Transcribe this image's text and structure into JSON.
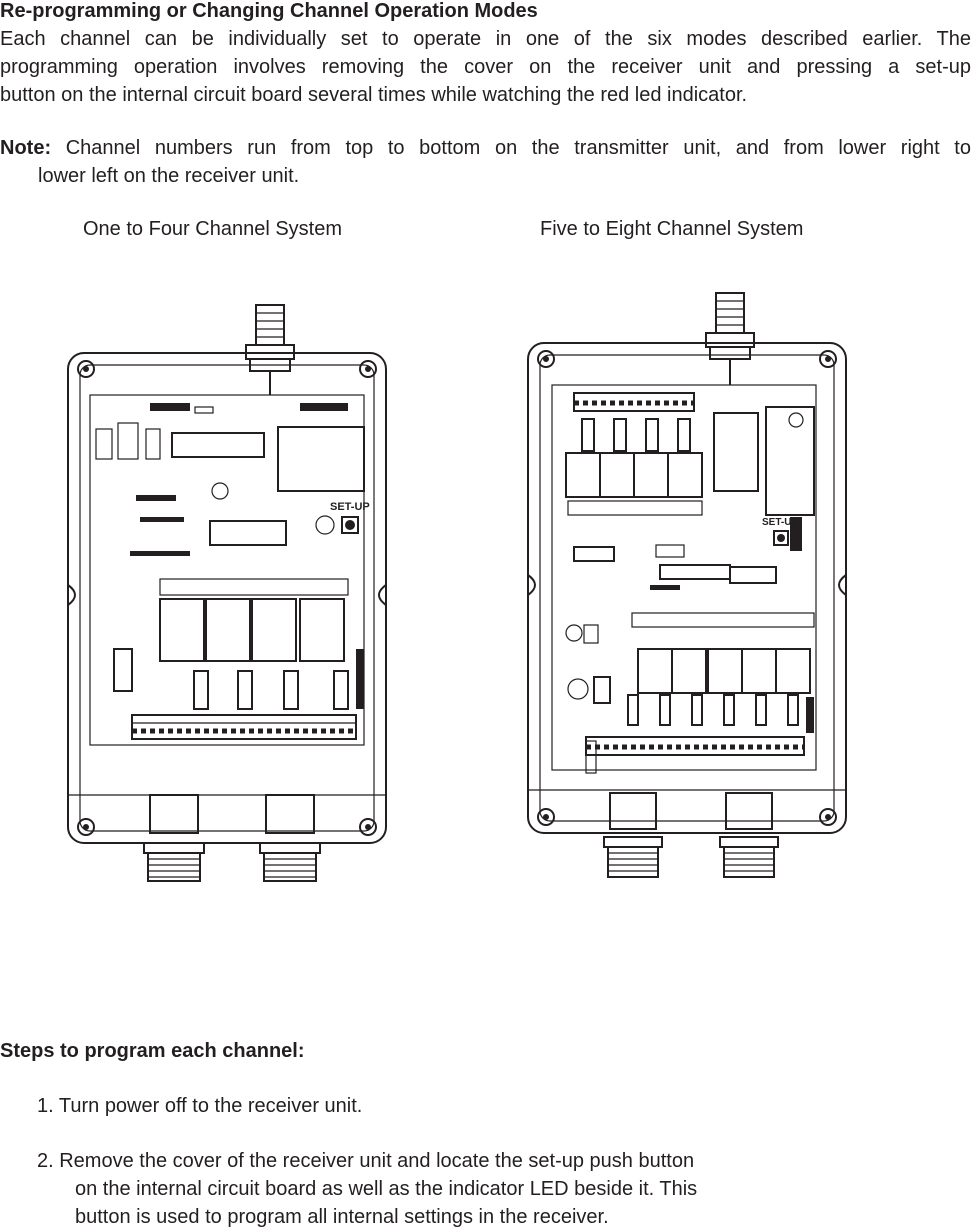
{
  "heading": "Re-programming or Changing Channel Operation Modes",
  "intro": {
    "line1": "Each channel can be individually set to operate in one of the six modes described earlier.  The",
    "line2": "programming operation involves removing the cover on the receiver unit and pressing a set-up",
    "line3": "button on the internal circuit board several times while watching the red led indicator."
  },
  "note": {
    "label": "Note:",
    "line1": " Channel numbers run from top to bottom on the transmitter unit, and from lower right to",
    "line2": "lower left on the receiver unit."
  },
  "figures": {
    "left_caption": "One to Four Channel System",
    "right_caption": "Five to Eight Channel System",
    "left_setup_label": "SET-UP",
    "right_setup_label": "SET-UP"
  },
  "steps": {
    "heading": "Steps to program each channel:",
    "step1": "1. Turn power off to the receiver unit.",
    "step2_line1": "2. Remove the cover of the receiver unit and locate the set-up push button",
    "step2_line2": "on the internal circuit board as well as the indicator LED beside it.  This",
    "step2_line3": "button is used to program all internal settings in the receiver."
  }
}
